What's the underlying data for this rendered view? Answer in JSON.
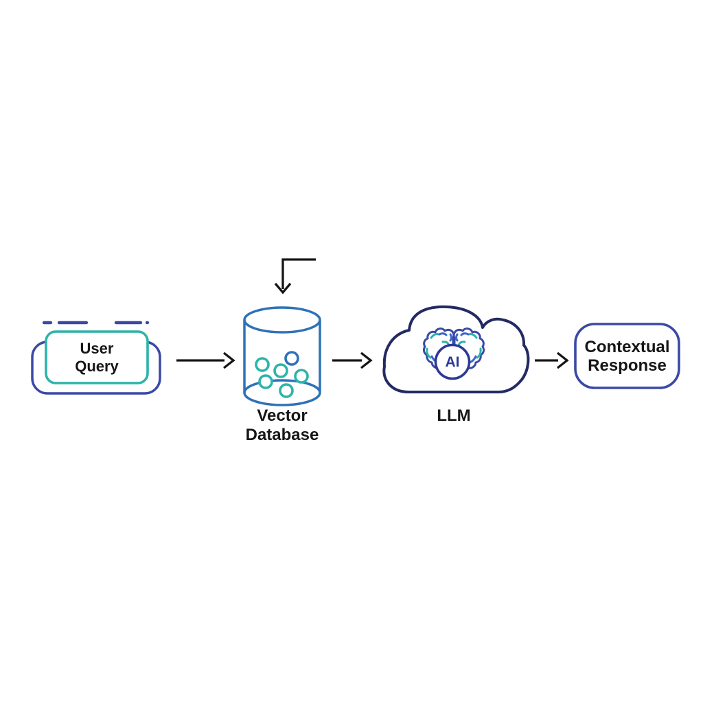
{
  "diagram": {
    "type": "flowchart",
    "flow_summary": "User Query → Vector Database → LLM → Contextual Response",
    "nodes": {
      "user_query": {
        "label": "User\nQuery"
      },
      "vector_database": {
        "label": "Vector\nDatabase"
      },
      "llm": {
        "label": "LLM",
        "badge": "AI"
      },
      "contextual_response": {
        "label": "Contextual\nResponse"
      }
    },
    "edges": [
      {
        "from": "user_query",
        "to": "vector_database"
      },
      {
        "from": "vector_database",
        "to": "llm"
      },
      {
        "from": "llm",
        "to": "contextual_response"
      },
      {
        "from": "external",
        "to": "vector_database",
        "style": "elbow-down"
      }
    ]
  },
  "palette": {
    "teal": "#2cb4a9",
    "blue": "#2e72b8",
    "indigo": "#3a49a5",
    "navy": "#232a63",
    "ai-indigo": "#2c3a94",
    "squiggle-blue": "#3f66cc",
    "ink": "#161616"
  }
}
